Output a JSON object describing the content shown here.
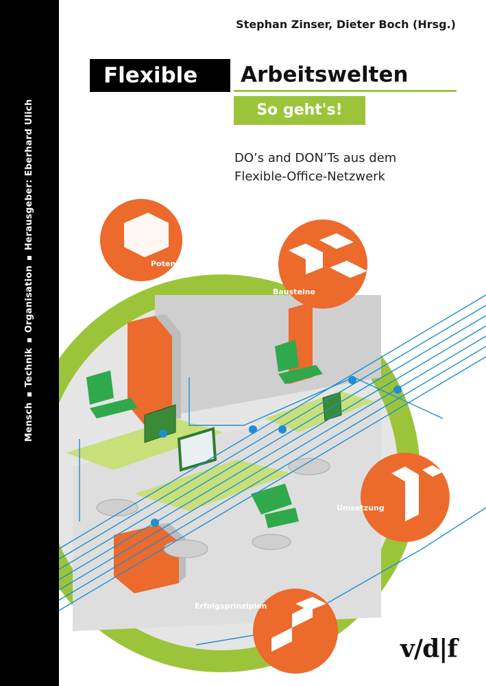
{
  "series": {
    "items": [
      "Mensch",
      "Technik",
      "Organisation",
      "Herausgeber: Eberhard Ulich"
    ]
  },
  "authors": "Stephan Zinser, Dieter Boch (Hrsg.)",
  "title": {
    "part1": "Flexible",
    "part2": "Arbeitswelten"
  },
  "subtitle": "So geht's!",
  "description": {
    "line1": "DO’s and DON’Ts aus dem",
    "line2": "Flexible-Office-Netzwerk"
  },
  "circles": {
    "potenzial": "Potenzial",
    "bausteine": "Bausteine",
    "umsetzung": "Umsetzung",
    "erfolgsprinzipien": "Erfolgsprinzipien"
  },
  "publisher": "v/d|f",
  "colors": {
    "green": "#9cc43a",
    "orange": "#ec6a2c",
    "blue": "#1d8fd0",
    "black": "#000000"
  }
}
